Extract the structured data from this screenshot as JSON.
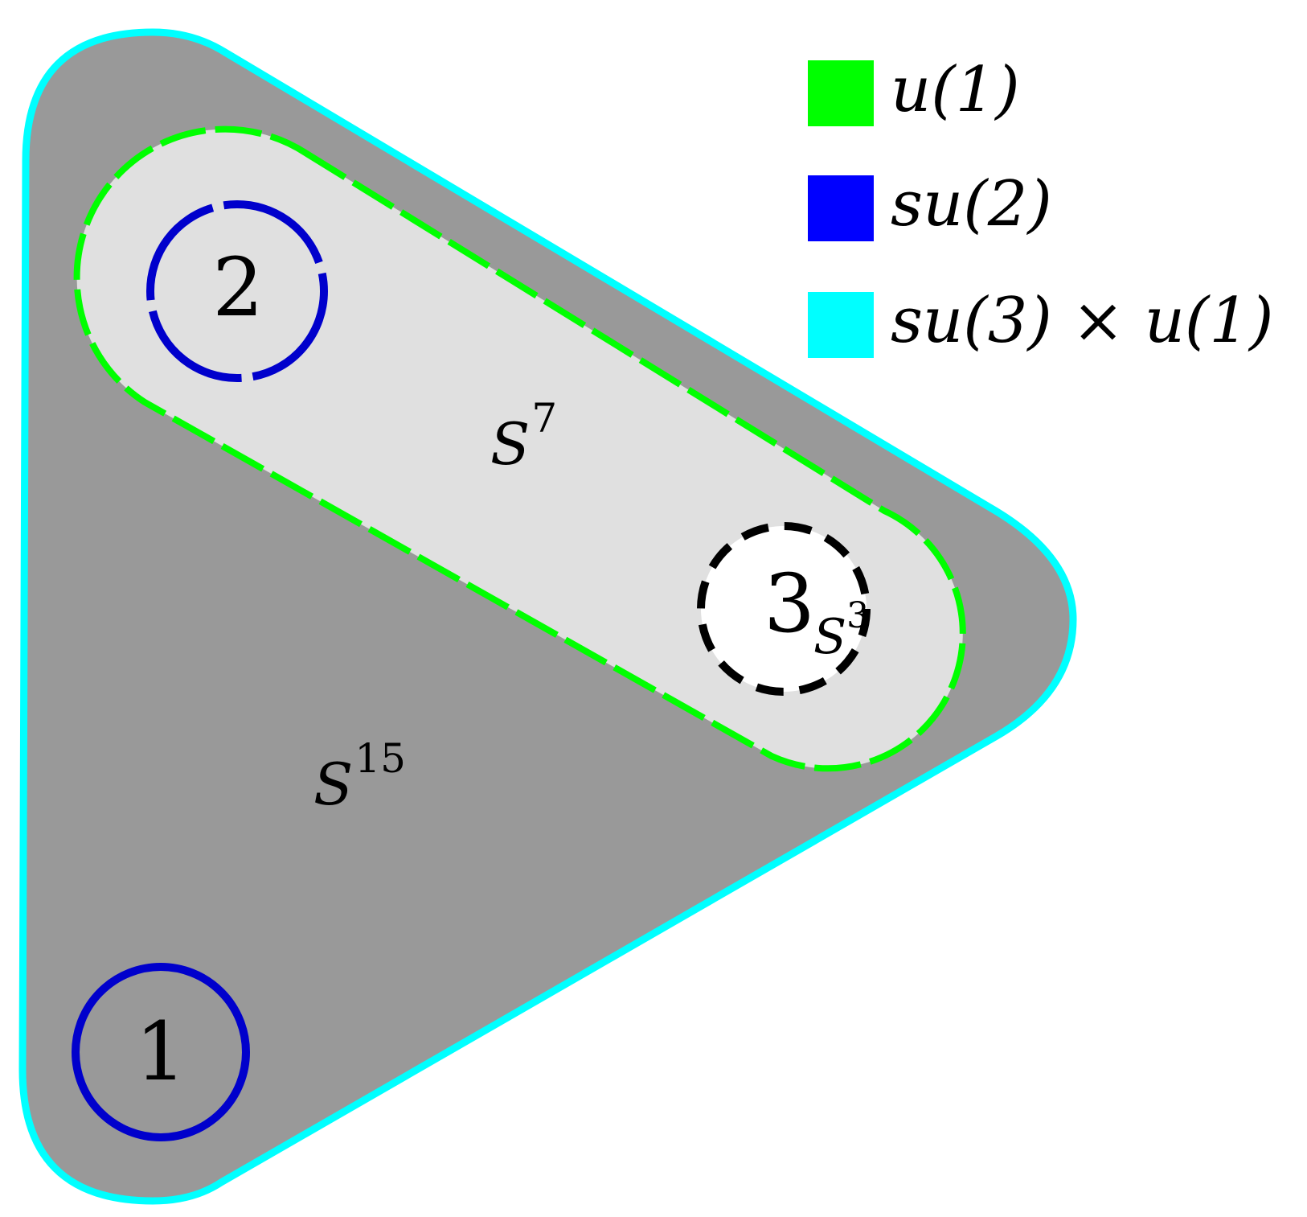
{
  "legend": [
    {
      "label": "u(1)",
      "color": "#00ff00"
    },
    {
      "label": "su(2)",
      "color": "#0000ff"
    },
    {
      "label": "su(3) × u(1)",
      "color": "#00ffff"
    }
  ],
  "regions": {
    "outer": {
      "label": "S",
      "exponent": "15",
      "fill": "#999999",
      "border_color": "#00ffff"
    },
    "middle": {
      "label": "S",
      "exponent": "7",
      "fill": "#e0e0e0",
      "border_color": "#00ff00",
      "border_style": "dashed"
    },
    "inner": {
      "label": "S",
      "exponent": "3",
      "fill": "#ffffff",
      "border_color": "#000000",
      "border_style": "dashed"
    }
  },
  "nodes": [
    {
      "label": "1",
      "ring_color": "#0000ff",
      "ring_style": "solid"
    },
    {
      "label": "2",
      "ring_color": "#0000ff",
      "ring_style": "dashed"
    },
    {
      "label": "3",
      "ring_color": "#000000",
      "ring_style": "dashed"
    }
  ]
}
